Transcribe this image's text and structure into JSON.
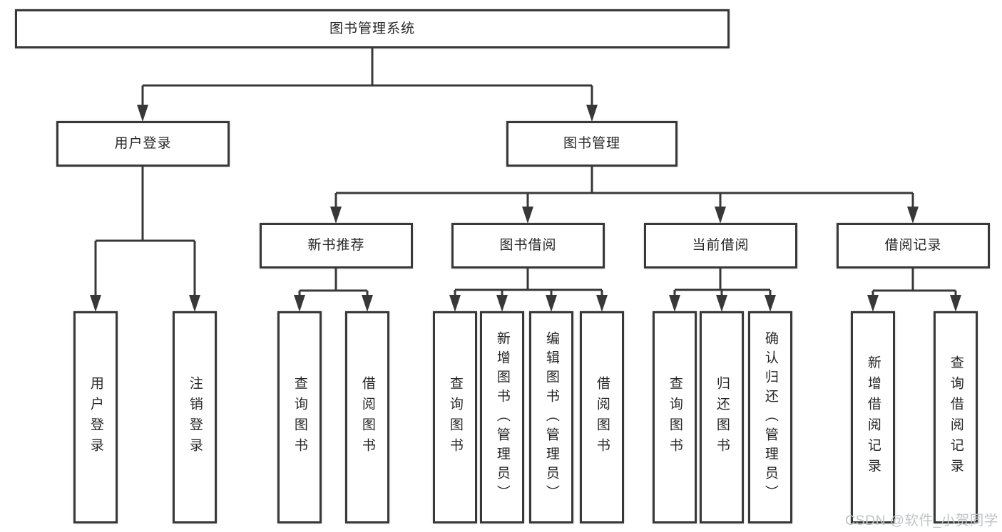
{
  "tree": {
    "root": "图书管理系统",
    "branches": [
      {
        "label": "用户登录",
        "children": [
          "用户登录",
          "注销登录"
        ]
      },
      {
        "label": "图书管理",
        "groups": [
          {
            "label": "新书推荐",
            "children": [
              "查询图书",
              "借阅图书"
            ]
          },
          {
            "label": "图书借阅",
            "children": [
              "查询图书",
              "新增图书（管理员）",
              "编辑图书（管理员）",
              "借阅图书"
            ]
          },
          {
            "label": "当前借阅",
            "children": [
              "查询图书",
              "归还图书",
              "确认归还（管理员）"
            ]
          },
          {
            "label": "借阅记录",
            "children": [
              "新增借阅记录",
              "查询借阅记录"
            ]
          }
        ]
      }
    ]
  },
  "watermark": {
    "text": "CSDN @软件_小贺同学"
  },
  "colors": {
    "line": "#383838",
    "text": "#262626",
    "box_bg": "#ffffff",
    "background": "#ffffff",
    "watermark": "#c0c3c5"
  }
}
